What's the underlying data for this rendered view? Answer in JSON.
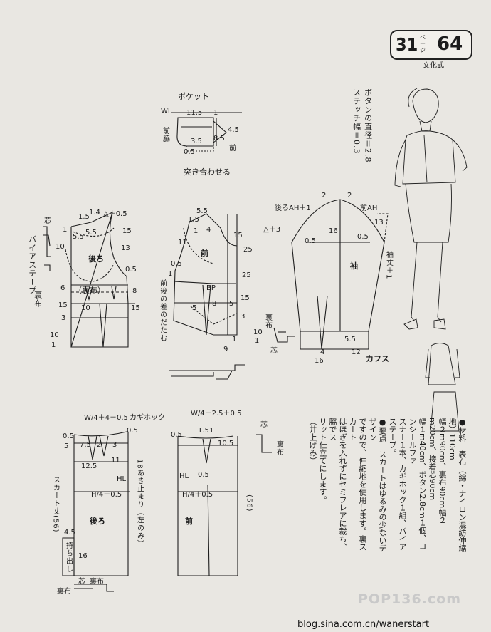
{
  "header": {
    "page_left": "31",
    "page_label": "ページ",
    "page_right": "64",
    "publisher": "文化式"
  },
  "pocket": {
    "title": "ポケット",
    "wl": "WL",
    "m115": "11.5",
    "m1": "1",
    "m45": "4.5",
    "m35": "3.5",
    "m85": "8.5",
    "m05": "0.5",
    "front_side": "前脇",
    "front": "前",
    "join_note": "突き合わせる"
  },
  "button_note": "ボタンの直径＝2.8",
  "stitch_note": "ステッチ幅＝0.3",
  "back_bodice": {
    "bias_tape": "バイアステープ",
    "lining_cloth": "裏布",
    "core": "芯",
    "m15a": "1.5",
    "m14": "1.4",
    "m05": "△＋0.5",
    "m55": "5.5",
    "m155": "5.5",
    "m10": "10",
    "m1": "1",
    "m15": "15",
    "m13": "13",
    "back": "後ろ",
    "m05b": "0.5",
    "m6": "6",
    "lining": "（裏布）",
    "m8": "8",
    "m15b": "15",
    "m10b": "10",
    "m15c": "15",
    "m3": "3",
    "m10c": "10",
    "m1b": "1"
  },
  "front_bodice": {
    "m55": "5.5",
    "m15": "1.5",
    "m4": "4",
    "m15b": "15",
    "m1": "1",
    "m11": "11",
    "front": "前",
    "m25": "25",
    "m05": "0.5",
    "m1b": "1",
    "diff_note": "前後の差のだたむ",
    "m25b": "25",
    "bp": "BP",
    "m15c": "15",
    "m5": "5",
    "m8": "8",
    "m5b": "5",
    "m3": "3",
    "m9": "9",
    "m1c": "1"
  },
  "sleeve": {
    "back_ah": "後ろAH＋1",
    "front_ah": "前AH",
    "m2": "2",
    "m2b": "2",
    "m3": "△＋3",
    "m16": "16",
    "m05": "0.5",
    "m05b": "0.5",
    "m13": "13",
    "sleeve": "袖",
    "length": "袖丈＋1",
    "m55": "5.5",
    "m4": "4",
    "m16b": "16",
    "m12": "12",
    "cuffs": "カフス",
    "lining": "裏布",
    "core": "芯",
    "m10": "10",
    "m1": "1"
  },
  "skirt_back": {
    "w": "W/4＋4－0.5",
    "hook": "カギホック",
    "m05": "0.5",
    "m05b": "0.5",
    "m5": "5",
    "m75": "7.5",
    "m2": "2",
    "m3": "3",
    "m11": "11",
    "m125": "12.5",
    "hl": "HL",
    "h": "H/4－0.5",
    "length": "スカート丈(56)",
    "back": "後ろ",
    "opening": "18あき止まり（左のみ）",
    "m45": "4.5",
    "tab": "持ち出し",
    "m16": "16",
    "lining": "裏布",
    "core": "芯",
    "lining2": "裏布"
  },
  "skirt_front": {
    "w": "W/4＋2.5＋0.5",
    "m15": "1.5",
    "m1": "1",
    "m105": "10.5",
    "m05": "0.5",
    "hl": "HL",
    "m05b": "0.5",
    "h": "H/4＋0.5",
    "front": "前",
    "m56": "(56)",
    "core": "芯",
    "lining": "裏布"
  },
  "notes": [
    "●材料　表布（綿・ナイロン混紡伸縮地）110cm",
    "幅２m90cm、裏布90cm幅２m20cm、接着芯90cm",
    "幅１m40cm、ボタン2.8cm１個、コンシールファ",
    "スナー１本、カギホック１組、バイアステープ。",
    "●要点　スカートはゆるみの少ないデザイン",
    "ですので、伸縮地を使用します。裏スカート",
    "はほぎを入れずにセミフレアに裁ち、脇でス",
    "リット仕立てにします。",
    "（井上げみ）"
  ],
  "watermark": "POP136.com",
  "credit": "blog.sina.com.cn/wanerstart"
}
